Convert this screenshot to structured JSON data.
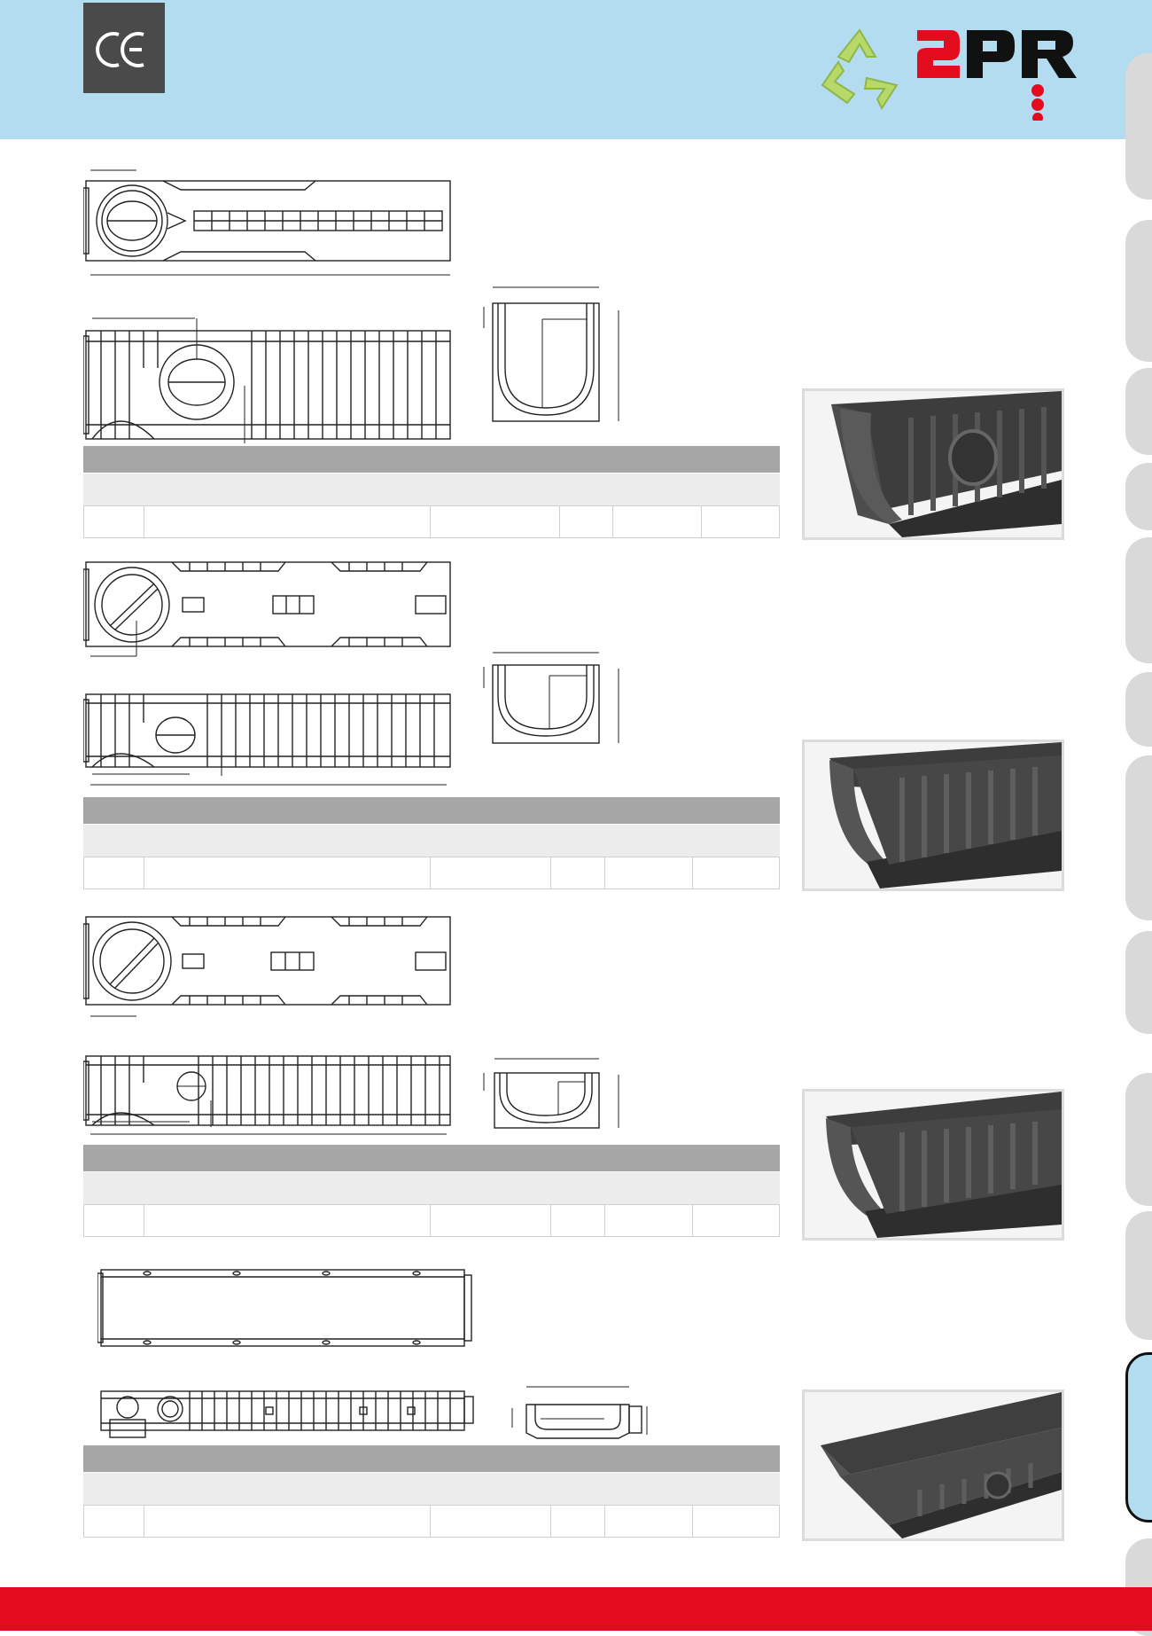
{
  "header": {
    "ce_mark": "CE",
    "brand_name": "2PR",
    "colors": {
      "header_bg": "#b3dcf1",
      "brand_red": "#e30b1e",
      "recycle_green": "#b7d96a"
    }
  },
  "icons": [
    "recycle-icon",
    "ce-mark-icon"
  ],
  "products": [
    {
      "id": "product-1"
    },
    {
      "id": "product-2"
    },
    {
      "id": "product-3"
    },
    {
      "id": "product-4"
    }
  ]
}
